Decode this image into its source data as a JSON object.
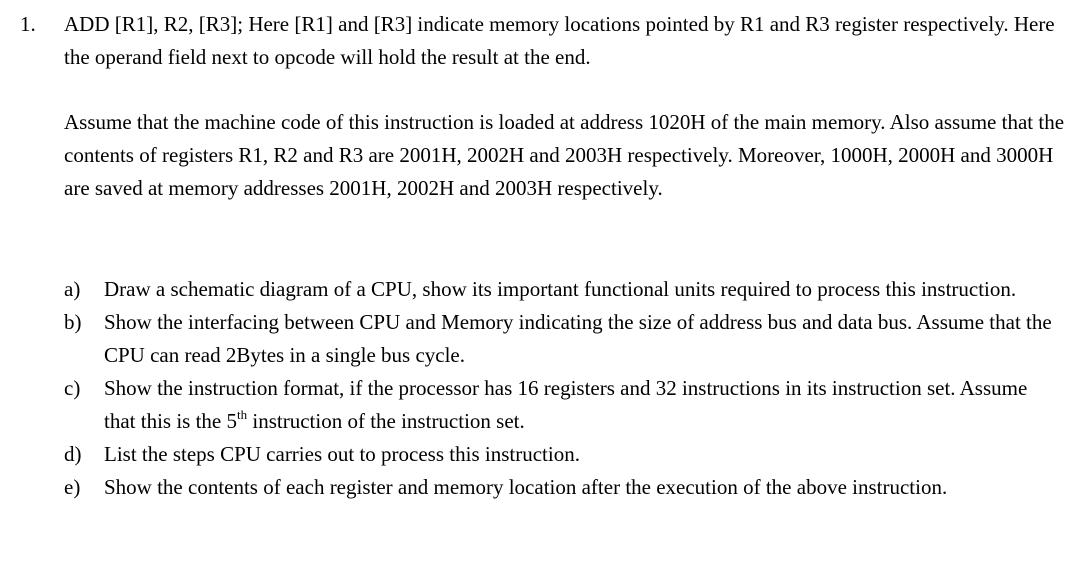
{
  "question": {
    "number": "1.",
    "paragraphs": [
      "ADD [R1], R2, [R3];  Here [R1] and [R3] indicate memory locations pointed by R1 and R3 register respectively. Here the operand field next to opcode will hold the result at the end.",
      "Assume that the machine code of this instruction is loaded at address 1020H of the main memory. Also assume that the contents of registers R1, R2 and R3 are 2001H, 2002H and 2003H respectively. Moreover, 1000H, 2000H and 3000H are saved at memory addresses 2001H, 2002H and 2003H respectively."
    ],
    "sub_questions": [
      {
        "label": "a)",
        "text": "Draw a schematic diagram of a CPU, show its important functional units required to process this instruction."
      },
      {
        "label": "b)",
        "text": "Show the interfacing between CPU and Memory indicating the size of address bus and data bus. Assume that the CPU can read 2Bytes in a single bus cycle."
      },
      {
        "label": "c)",
        "text_before": "Show the instruction format, if the processor has 16 registers and 32 instructions in its instruction set. Assume that this is the 5",
        "superscript": "th",
        "text_after": " instruction of the instruction set."
      },
      {
        "label": "d)",
        "text": "List the steps CPU carries out to process this instruction."
      },
      {
        "label": "e)",
        "text": "Show the contents of each register and memory location after the execution of the above instruction."
      }
    ]
  }
}
